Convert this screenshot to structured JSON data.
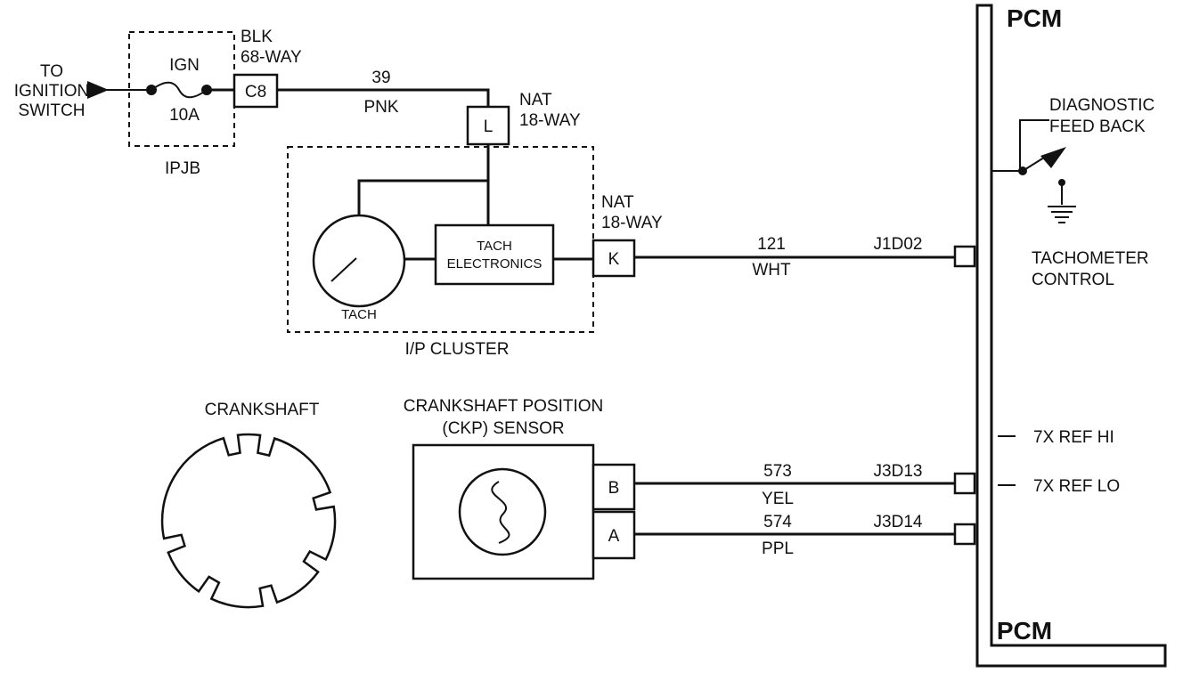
{
  "ignition": {
    "to_label_1": "TO",
    "to_label_2": "IGNITION",
    "to_label_3": "SWITCH"
  },
  "fuse": {
    "name": "IGN",
    "rating": "10A"
  },
  "ipjb": {
    "label": "IPJB"
  },
  "blk_connector": {
    "color": "BLK",
    "ways": "68-WAY",
    "pin": "C8"
  },
  "wire_39": {
    "circuit": "39",
    "color": "PNK"
  },
  "nat_l": {
    "color": "NAT",
    "ways": "18-WAY",
    "pin": "L"
  },
  "cluster": {
    "label": "I/P CLUSTER",
    "tach_label": "TACH",
    "tach_electronics_1": "TACH",
    "tach_electronics_2": "ELECTRONICS"
  },
  "nat_k": {
    "color": "NAT",
    "ways": "18-WAY",
    "pin": "K"
  },
  "wire_121": {
    "circuit": "121",
    "color": "WHT",
    "terminal": "J1D02"
  },
  "pcm": {
    "title_top": "PCM",
    "title_bottom": "PCM"
  },
  "diagnostic": {
    "line1": "DIAGNOSTIC",
    "line2": "FEED BACK"
  },
  "tachometer_control": {
    "line1": "TACHOMETER",
    "line2": "CONTROL"
  },
  "crankshaft": {
    "label": "CRANKSHAFT"
  },
  "ckp_sensor": {
    "line1": "CRANKSHAFT POSITION",
    "line2": "(CKP) SENSOR",
    "pin_b": "B",
    "pin_a": "A"
  },
  "wire_573": {
    "circuit": "573",
    "color": "YEL",
    "terminal": "J3D13"
  },
  "wire_574": {
    "circuit": "574",
    "color": "PPL",
    "terminal": "J3D14"
  },
  "ref_hi": {
    "label": "7X REF HI"
  },
  "ref_lo": {
    "label": "7X REF LO"
  }
}
